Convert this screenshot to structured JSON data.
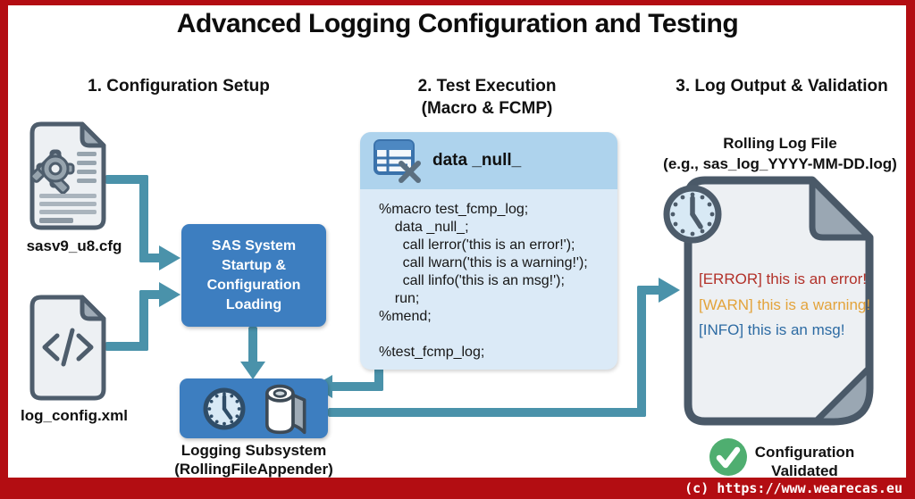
{
  "title": "Advanced Logging Configuration and Testing",
  "section1": {
    "heading": "1. Configuration Setup",
    "file1_label": "sasv9_u8.cfg",
    "file2_label": "log_config.xml",
    "sas_box_lines": [
      "SAS System",
      "Startup &",
      "Configuration",
      "Loading"
    ],
    "logging_box_label": [
      "Logging Subsystem",
      "(RollingFileAppender)"
    ]
  },
  "section2": {
    "heading_line1": "2. Test Execution",
    "heading_line2": "(Macro & FCMP)",
    "panel_title": "data _null_",
    "code_lines": [
      "%macro test_fcmp_log;",
      "    data _null_;",
      "      call lerror('this is an error!');",
      "      call lwarn('this is a warning!');",
      "      call linfo('this is an msg!');",
      "    run;",
      "%mend;",
      "",
      "%test_fcmp_log;"
    ]
  },
  "section3": {
    "heading": "3. Log Output & Validation",
    "file_label_line1": "Rolling Log File",
    "file_label_line2": "(e.g., sas_log_YYYY-MM-DD.log)",
    "log_lines": [
      {
        "text": "[ERROR] this is an error!",
        "color": "#b23129"
      },
      {
        "text": "[WARN] this is a warning!",
        "color": "#e3a33b"
      },
      {
        "text": "[INFO] this is an msg!",
        "color": "#2d6ba3"
      }
    ],
    "validated_label": [
      "Configuration",
      "Validated"
    ]
  },
  "footer": {
    "copyright": "(c) https://www.wearecas.eu"
  },
  "colors": {
    "frame_red": "#b30d12",
    "accent_teal": "#4a92aa",
    "box_blue": "#3d7ec0",
    "panel_header_blue": "#aed3ed",
    "panel_body_blue": "#dbeaf7",
    "error_red": "#b23129",
    "warn_orange": "#e3a33b",
    "info_blue": "#2d6ba3",
    "check_green": "#4fae70"
  }
}
